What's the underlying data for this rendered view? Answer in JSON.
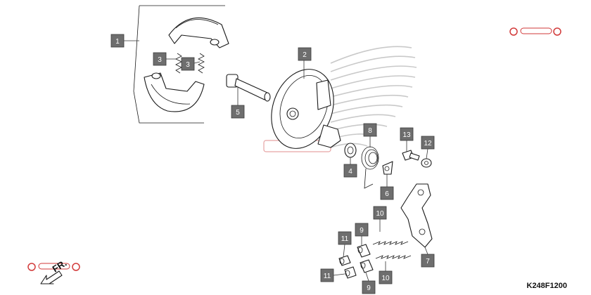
{
  "diagram": {
    "code": "K248F1200",
    "direction_label": "FR.",
    "callouts": [
      {
        "id": "c1a",
        "num": "1"
      },
      {
        "id": "c2",
        "num": "2"
      },
      {
        "id": "c3a",
        "num": "3"
      },
      {
        "id": "c3b",
        "num": "3"
      },
      {
        "id": "c4",
        "num": "4"
      },
      {
        "id": "c5",
        "num": "5"
      },
      {
        "id": "c6",
        "num": "6"
      },
      {
        "id": "c7",
        "num": "7"
      },
      {
        "id": "c8",
        "num": "8"
      },
      {
        "id": "c9a",
        "num": "9"
      },
      {
        "id": "c9b",
        "num": "9"
      },
      {
        "id": "c10a",
        "num": "10"
      },
      {
        "id": "c10b",
        "num": "10"
      },
      {
        "id": "c11a",
        "num": "11"
      },
      {
        "id": "c11b",
        "num": "11"
      },
      {
        "id": "c12",
        "num": "12"
      },
      {
        "id": "c13",
        "num": "13"
      }
    ],
    "colors": {
      "callout_fill": "#6e6e6e",
      "line": "#1a1a1a",
      "watermark_red": "#d23a3a",
      "watermark_gray": "#c9c9c9"
    }
  }
}
